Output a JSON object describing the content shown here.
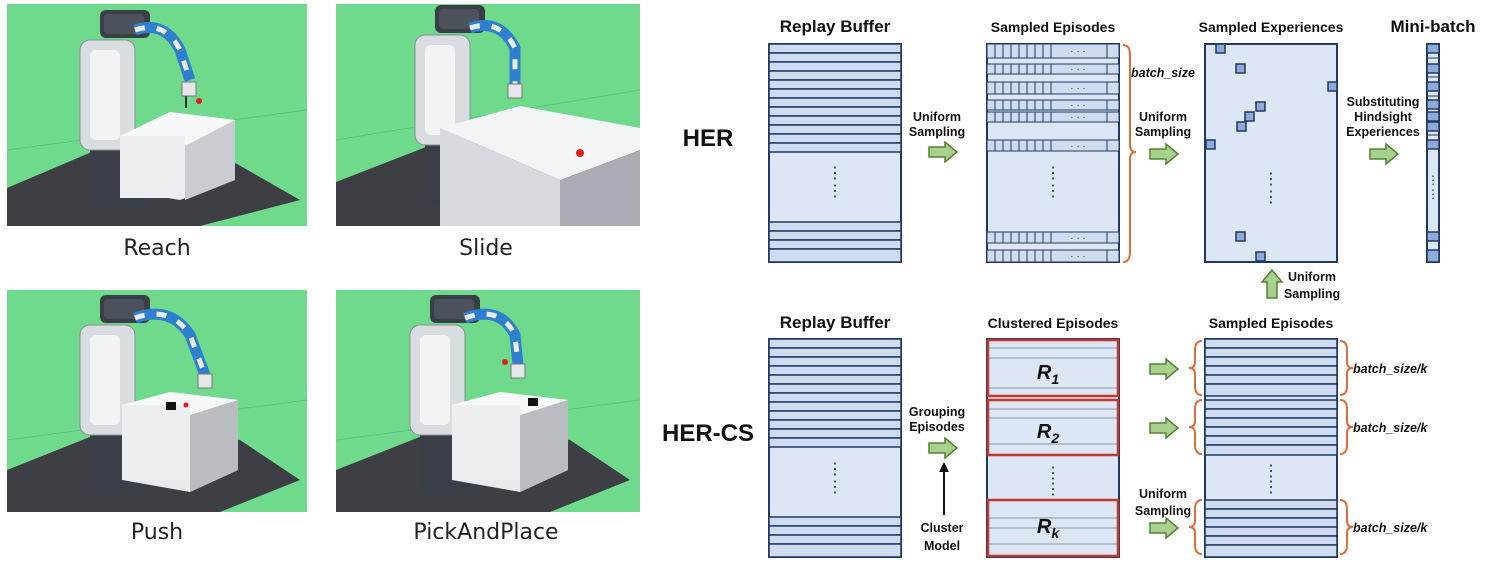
{
  "panels": [
    {
      "caption": "Reach"
    },
    {
      "caption": "Slide"
    },
    {
      "caption": "Push"
    },
    {
      "caption": "PickAndPlace"
    }
  ],
  "her": {
    "method_label": "HER",
    "replay_buffer": "Replay Buffer",
    "sampled_episodes": "Sampled Episodes",
    "sampled_experiences": "Sampled Experiences",
    "mini_batch": "Mini-batch",
    "uniform_sampling_1": [
      "Uniform",
      "Sampling"
    ],
    "uniform_sampling_2": [
      "Uniform",
      "Sampling"
    ],
    "substituting": [
      "Substituting",
      "Hindsight",
      "Experiences"
    ],
    "batch_size": "batch_size",
    "uniform_sampling_up": [
      "Uniform",
      "Sampling"
    ]
  },
  "hercs": {
    "method_label": "HER-CS",
    "replay_buffer": "Replay Buffer",
    "clustered_episodes": "Clustered Episodes",
    "sampled_episodes": "Sampled Episodes",
    "grouping": [
      "Grouping",
      "Episodes"
    ],
    "cluster_model": [
      "Cluster",
      "Model"
    ],
    "uniform_sampling": [
      "Uniform",
      "Sampling"
    ],
    "clusters": [
      "R",
      "R",
      "R"
    ],
    "cluster_subscripts": [
      "1",
      "2",
      "k"
    ],
    "batch_labels": [
      "batch_size/k",
      "batch_size/k",
      "batch_size/k"
    ]
  },
  "colors": {
    "cell_fill": "#cfdcf0",
    "cell_light": "#dde6f4",
    "cell_stroke": "#1f3864",
    "arrow_fill": "#a9d18e",
    "arrow_stroke": "#548235",
    "brace": "#e06c3a",
    "cluster_border": "#c0392b",
    "sim_green": "#6fd98c"
  }
}
